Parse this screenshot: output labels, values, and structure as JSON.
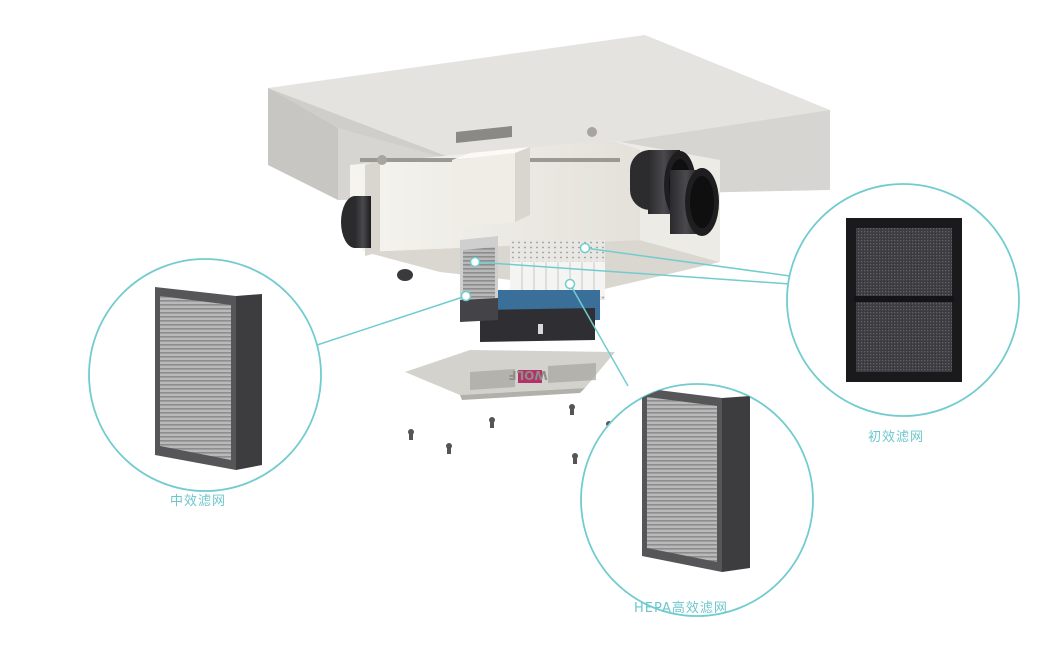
{
  "colors": {
    "callout_line": "#72cccf",
    "label_text": "#6cc7cc",
    "concrete": "#c9c8c5",
    "unit_body": "#f2f0ea",
    "hepa_blue": "#3a6f9a"
  },
  "callouts": [
    {
      "id": "medium-efficiency-filter",
      "label": "中效滤网"
    },
    {
      "id": "primary-filter",
      "label": "初效滤网"
    },
    {
      "id": "hepa-filter",
      "label": "HEPA高效滤网"
    }
  ],
  "panel_logo_text": "WOLF"
}
